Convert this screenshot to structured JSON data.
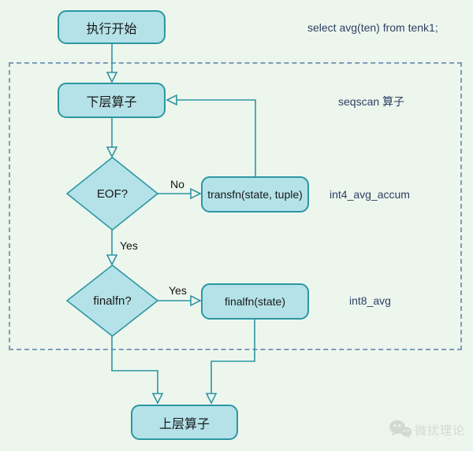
{
  "colors": {
    "background": "#edf6ed",
    "node_fill": "#b4e2e8",
    "node_border": "#2d96a3",
    "edge_line": "#2d96a3",
    "dashed_border": "#7d9cba",
    "node_text": "#191919",
    "annotation_text": "#2b3f63",
    "watermark": "#d2d9d2"
  },
  "nodes": {
    "start": "执行开始",
    "lower_operator": "下层算子",
    "eof_decision": "EOF?",
    "transfn": "transfn(state, tuple)",
    "finalfn_decision": "finalfn?",
    "finalfn": "finalfn(state)",
    "upper_operator": "上层算子"
  },
  "edge_labels": {
    "no": "No",
    "yes_down": "Yes",
    "yes_right": "Yes"
  },
  "annotations": {
    "sql_query": "select avg(ten) from tenk1;",
    "seqscan": "seqscan 算子",
    "transfn_impl": "int4_avg_accum",
    "finalfn_impl": "int8_avg"
  },
  "watermark": {
    "icon": "wechat-icon",
    "text": "微扰理论"
  }
}
